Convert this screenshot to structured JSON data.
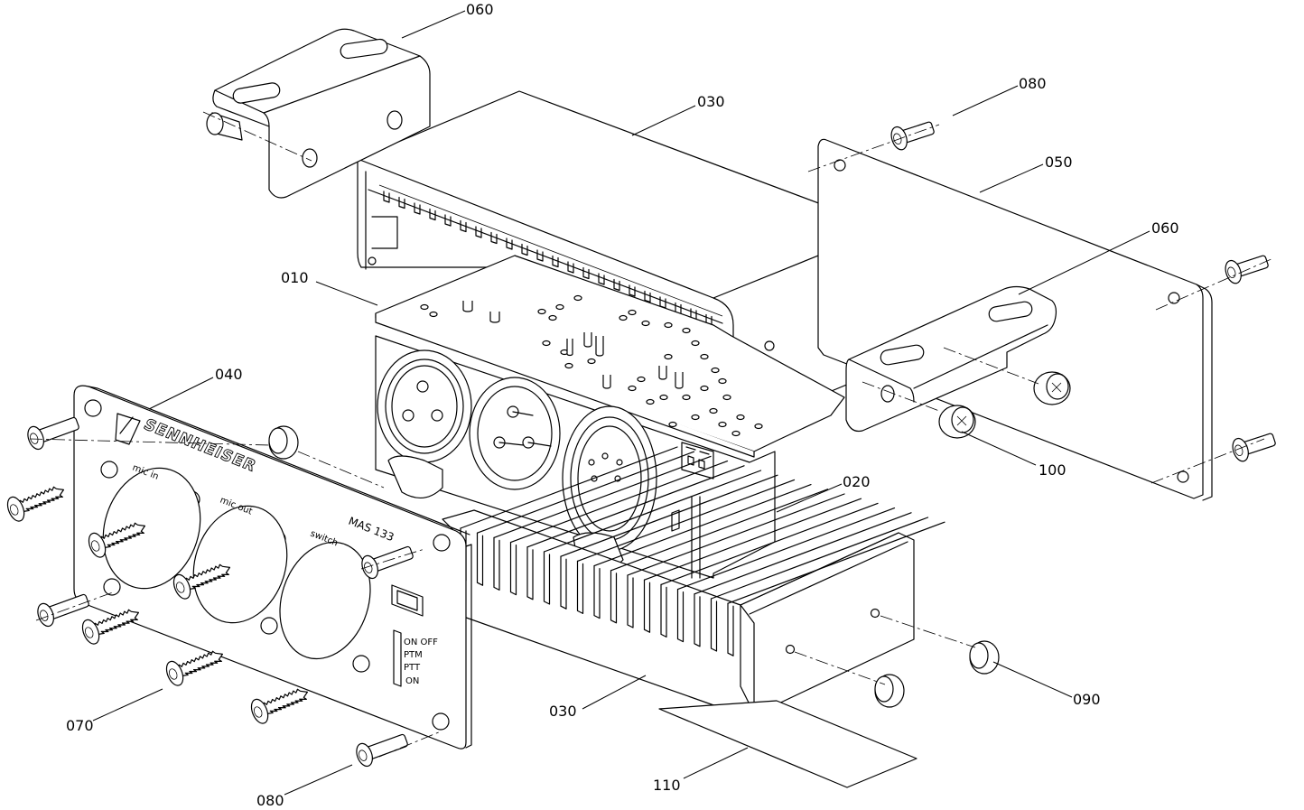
{
  "callouts": {
    "c060a": "060",
    "c030a": "030",
    "c080a": "080",
    "c050": "050",
    "c060b": "060",
    "c010": "010",
    "c040": "040",
    "c020": "020",
    "c100": "100",
    "c090": "090",
    "c030b": "030",
    "c070": "070",
    "c080b": "080",
    "c110": "110"
  },
  "panel": {
    "brand": "SENNHEISER",
    "mic_in": "mic in",
    "mic_out": "mic out",
    "switch": "switch",
    "model": "MAS 133",
    "sw_on_off": "ON OFF",
    "sw_ptm": "PTM",
    "sw_ptt": "PTT",
    "sw_on": "ON"
  }
}
